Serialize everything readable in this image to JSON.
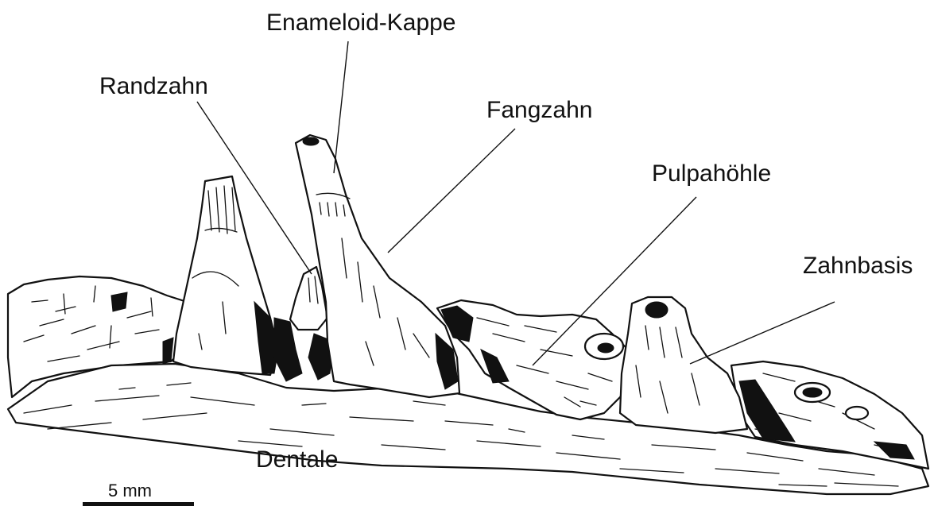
{
  "labels": {
    "enameloid_cap": "Enameloid-Kappe",
    "marginal_tooth": "Randzahn",
    "fang": "Fangzahn",
    "pulp_cavity": "Pulpahöhle",
    "tooth_base": "Zahnbasis",
    "dentary": "Dentale"
  },
  "scale_bar": {
    "label": "5 mm"
  },
  "colors": {
    "ink": "#111111",
    "background": "#ffffff"
  }
}
